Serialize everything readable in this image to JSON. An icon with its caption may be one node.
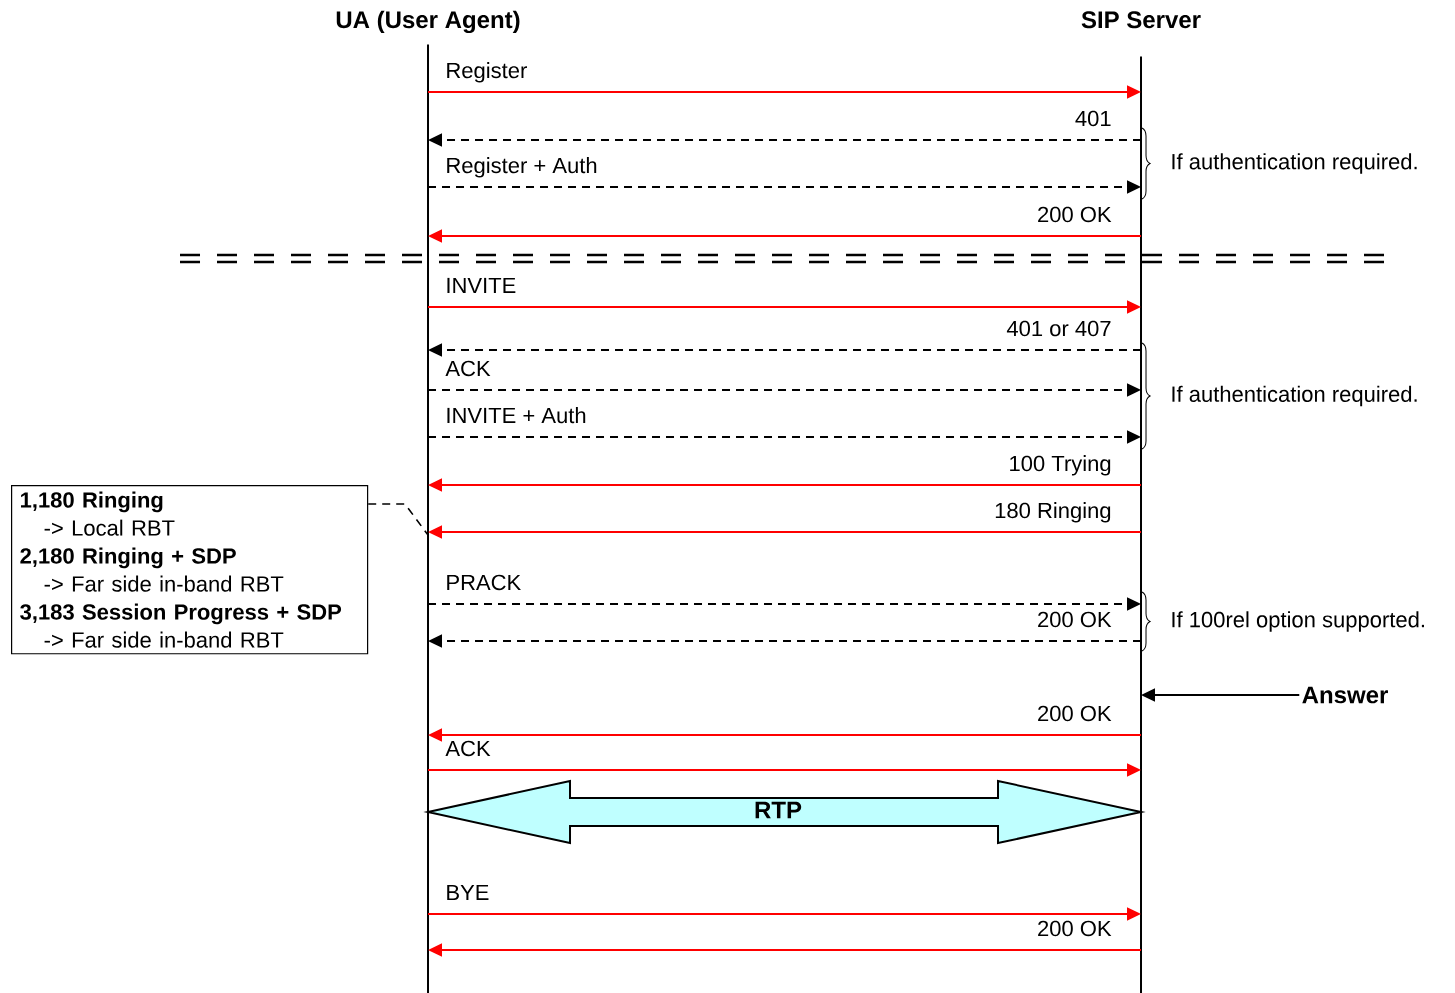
{
  "diagram": {
    "nodes": [
      {
        "text": [
          "UA (User Agent)"
        ]
      },
      {
        "text": [
          "SIP Server"
        ]
      },
      {
        "text": [
          "1,180 Ringing",
          "-> Local RBT",
          "2,180 Ringing + SDP",
          "-> Far side in-band RBT",
          "3,183 Session Progress + SDP",
          "-> Far side in-band RBT"
        ]
      },
      {
        "text": [
          "Answer"
        ]
      }
    ],
    "edges": [
      {
        "from": 0,
        "to": 1,
        "arrow": "to",
        "label": "Register"
      },
      {
        "from": 1,
        "to": 0,
        "arrow": "to",
        "label": "401",
        "style": "dashed",
        "color": "#000000"
      },
      {
        "from": 0,
        "to": 1,
        "arrow": "to",
        "label": "Register + Auth",
        "style": "dashed",
        "color": "#000000"
      },
      {
        "from": 1,
        "to": 0,
        "arrow": "to",
        "label": "200 OK"
      },
      {
        "from": 0,
        "to": 1,
        "arrow": "to",
        "label": "INVITE"
      },
      {
        "from": 1,
        "to": 0,
        "arrow": "to",
        "label": "401 or 407",
        "style": "dashed",
        "color": "#000000"
      },
      {
        "from": 0,
        "to": 1,
        "arrow": "to",
        "label": "ACK",
        "style": "dashed",
        "color": "#000000"
      },
      {
        "from": 0,
        "to": 1,
        "arrow": "to",
        "label": "INVITE + Auth",
        "style": "dashed",
        "color": "#000000"
      },
      {
        "from": 1,
        "to": 0,
        "arrow": "to",
        "label": "100 Trying"
      },
      {
        "from": 1,
        "to": 0,
        "arrow": "to",
        "label": "180 Ringing"
      },
      {
        "from": 0,
        "to": 1,
        "arrow": "to",
        "label": "PRACK",
        "style": "dashed",
        "color": "#000000"
      },
      {
        "from": 1,
        "to": 0,
        "arrow": "to",
        "label": "200 OK",
        "style": "dashed",
        "color": "#000000"
      },
      {
        "from": 1,
        "to": 0,
        "arrow": "to",
        "label": "200 OK"
      },
      {
        "from": 0,
        "to": 1,
        "arrow": "to",
        "label": "ACK"
      },
      {
        "from": 0,
        "to": 1,
        "arrow": "both",
        "label": "RTP",
        "style": "thick",
        "color": "#bfffff"
      },
      {
        "from": 0,
        "to": 1,
        "arrow": "to",
        "label": "BYE"
      },
      {
        "from": 1,
        "to": 0,
        "arrow": "to",
        "label": "200 OK"
      },
      {
        "from": 2,
        "to": 0,
        "arrow": "none",
        "style": "dashed",
        "color": "#000000"
      },
      {
        "from": 3,
        "to": 1,
        "arrow": "to",
        "color": "#000000"
      }
    ],
    "labels": [
      "If authentication required.",
      "If authentication required.",
      "If 100rel option supported."
    ]
  }
}
